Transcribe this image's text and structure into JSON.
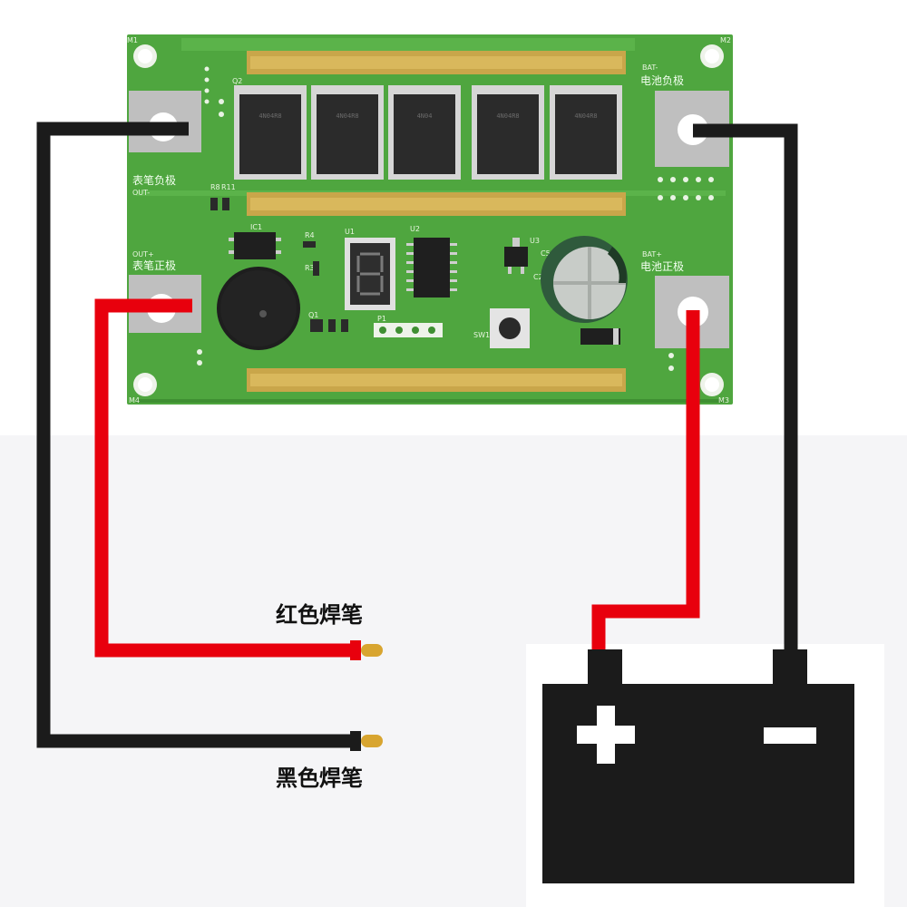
{
  "labels": {
    "out_neg_cn": "表笔负极",
    "out_neg_en": "OUT-",
    "out_pos_cn": "表笔正极",
    "out_pos_en": "OUT+",
    "bat_neg_cn": "电池负极",
    "bat_neg_en": "BAT-",
    "bat_pos_cn": "电池正极",
    "bat_pos_en": "BAT+",
    "red_probe": "红色焊笔",
    "black_probe": "黑色焊笔"
  },
  "refdes": {
    "q2": "Q2",
    "ic1": "IC1",
    "u1": "U1",
    "u2": "U2",
    "u3": "U3",
    "c5": "C5",
    "sw1": "SW1",
    "p1": "P1",
    "q1": "Q1",
    "m1": "M1",
    "m2": "M2",
    "m3": "M3",
    "m4": "M4",
    "r4": "R4",
    "r3": "R3",
    "r8": "R8",
    "r11": "R11",
    "c2": "C2"
  },
  "mosfet_markings": [
    "4N04R8",
    "4N04R8",
    "4N04",
    "4N04R8",
    "4N04R8"
  ],
  "colors": {
    "background": "#ffffff",
    "backdrop_bottom": "#f6f6f8",
    "pcb": "#4fa63f",
    "pcb_dark": "#3f8f32",
    "copper_rail": "#c9a64a",
    "wire_red": "#e8000d",
    "wire_black": "#1b1b1b",
    "battery": "#1b1b1b",
    "battery_symbol": "#ffffff",
    "probe_tip": "#d8a530"
  },
  "icons": {
    "battery": "battery-icon",
    "plus": "plus-icon",
    "minus": "minus-icon",
    "buzzer": "buzzer-icon",
    "seven_segment": "seven-segment-digit-icon",
    "capacitor": "capacitor-icon"
  }
}
